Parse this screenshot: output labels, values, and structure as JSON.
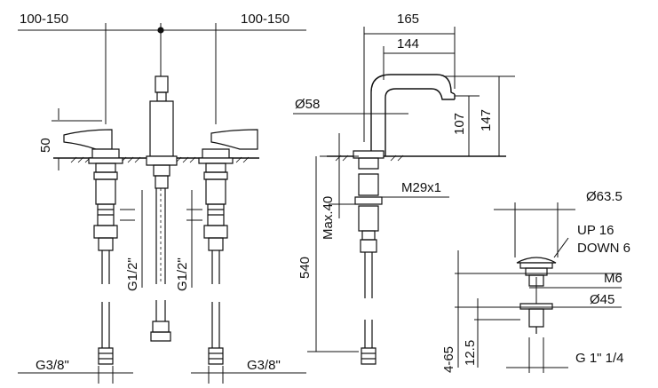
{
  "front_view": {
    "spacing_left": "100-150",
    "spacing_right": "100-150",
    "handle_height": "50",
    "thread_left": "G1/2\"",
    "thread_right": "G1/2\"",
    "hose_left": "G3/8\"",
    "hose_right": "G3/8\""
  },
  "side_view": {
    "reach_total": "165",
    "reach_spout": "144",
    "base_diameter": "Ø58",
    "spout_height": "107",
    "total_height": "147",
    "nut_thread": "M29x1",
    "max_deck": "Max.40",
    "hose_length": "540"
  },
  "drain": {
    "head_diameter": "Ø63.5",
    "stroke_up": "UP 16",
    "stroke_down": "DOWN 6",
    "rod_thread": "M6",
    "flange_diameter": "Ø45",
    "outlet_thread": "G 1\" 1/4",
    "flange_height": "12.5",
    "deck_range": "4-65"
  }
}
